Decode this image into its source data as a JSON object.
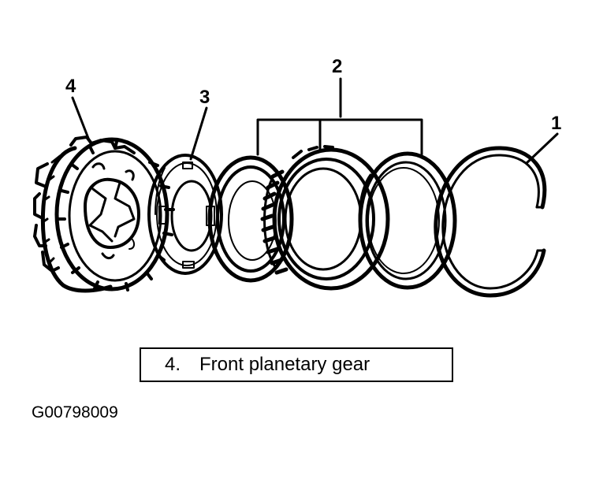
{
  "callouts": {
    "c1": "1",
    "c2": "2",
    "c3": "3",
    "c4": "4"
  },
  "caption": {
    "number": "4.",
    "text": "Front planetary gear"
  },
  "figure_id": "G00798009",
  "colors": {
    "line": "#000000",
    "background": "#ffffff"
  },
  "icons": [
    "snap-ring-icon",
    "bearing-race-icon",
    "thrust-bearing-icon",
    "thrust-washer-icon",
    "planetary-gear-icon"
  ]
}
